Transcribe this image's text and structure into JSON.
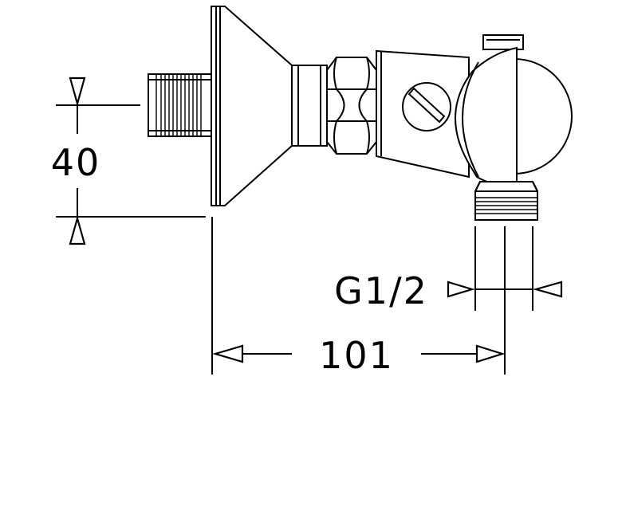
{
  "dimensions": {
    "height": "40",
    "length": "101",
    "thread": "G1/2"
  }
}
